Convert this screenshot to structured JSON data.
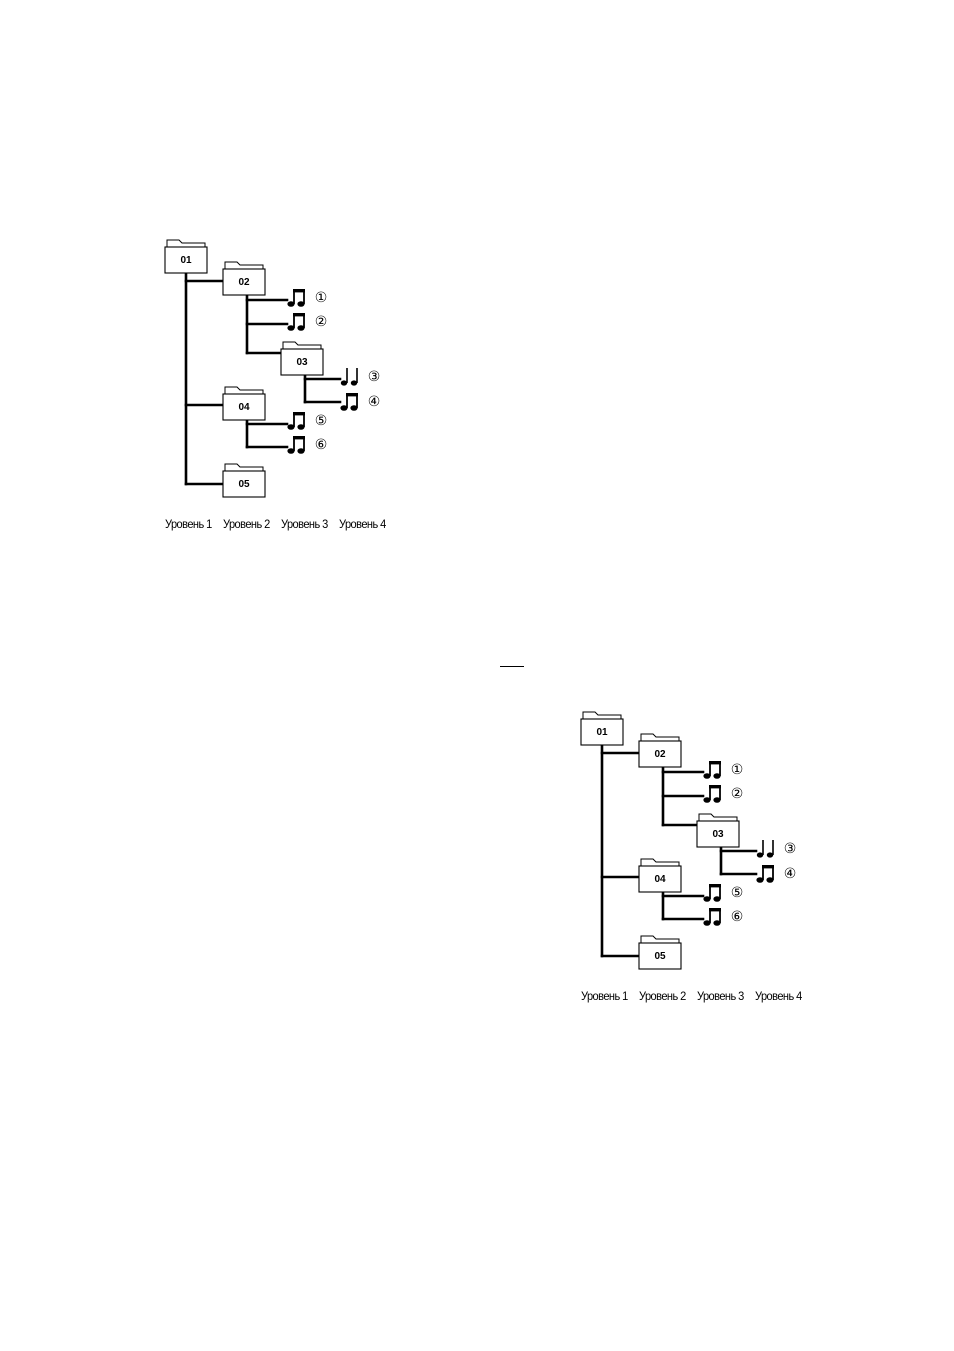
{
  "diagrams": [
    {
      "folders": [
        "01",
        "02",
        "03",
        "04",
        "05"
      ],
      "tracks": [
        "①",
        "②",
        "③",
        "④",
        "⑤",
        "⑥"
      ],
      "levels": [
        "Уровень 1",
        "Уровень 2",
        "Уровень 3",
        "Уровень 4"
      ]
    },
    {
      "folders": [
        "01",
        "02",
        "03",
        "04",
        "05"
      ],
      "tracks": [
        "①",
        "②",
        "③",
        "④",
        "⑤",
        "⑥"
      ],
      "levels": [
        "Уровень 1",
        "Уровень 2",
        "Уровень 3",
        "Уровень 4"
      ]
    }
  ]
}
